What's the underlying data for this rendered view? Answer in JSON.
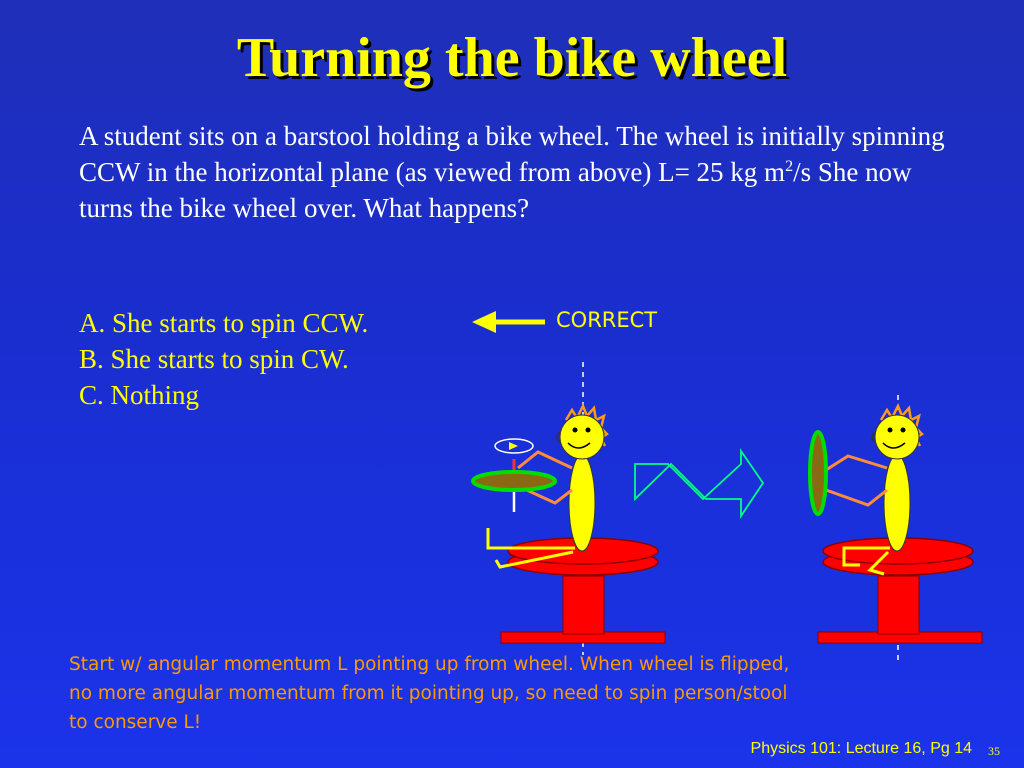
{
  "slide": {
    "title": "Turning the bike wheel",
    "question": {
      "part1": "A student sits on a barstool holding a bike wheel.  The wheel is initially spinning CCW in the horizontal plane (as viewed from above) L= 25 kg m",
      "sup": "2",
      "part2": "/s  She now turns the bike wheel over.  What happens?"
    },
    "options": [
      "A. She starts to spin CCW.",
      "B. She starts to spin CW.",
      "C. Nothing"
    ],
    "correct_label": "CORRECT",
    "explanation": "Start w/ angular momentum L pointing up from wheel. When wheel is flipped, no more angular momentum from it pointing up, so need to spin person/stool to conserve L!",
    "footer": "Physics 101: Lecture 16, Pg 14",
    "page_number": "35"
  },
  "colors": {
    "title": "#ffff00",
    "body_text": "#ffffff",
    "options": "#ffff00",
    "explanation": "#ff9a00",
    "stool": "#ff0000",
    "wheel_rim": "#00dd00",
    "wheel_fill": "#8b6914",
    "person": "#ffff00",
    "arms": "#ff8c3a"
  }
}
